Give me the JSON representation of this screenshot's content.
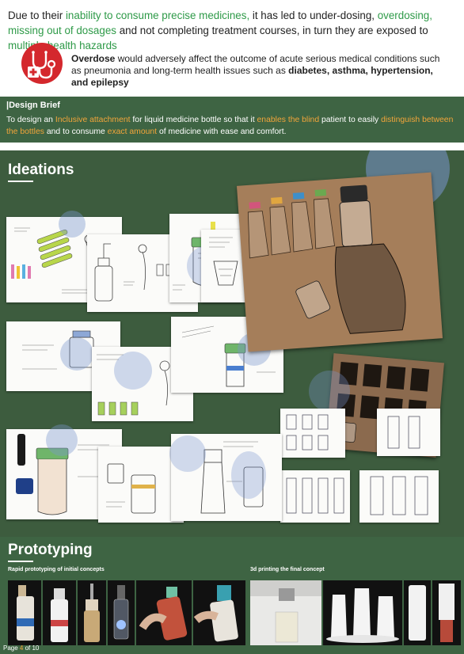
{
  "intro": {
    "p1": "Due to their ",
    "h1": "inability to consume precise medicines,",
    "p2": " it has led to under-dosing, ",
    "h2": "overdosing, missing out of dosages",
    "p3": " and not completing treatment courses, in turn they are exposed to ",
    "h3": "multiple health hazards",
    "overdose_bold": "Overdose",
    "overdose_text": " would adversely affect the outcome of acute serious medical conditions such as pneumonia and long-term health issues such as ",
    "overdose_tail": "diabetes, asthma, hypertension, and epilepsy",
    "icon": "stethoscope-medical-icon",
    "icon_color": "#d4282d"
  },
  "brief": {
    "bar": "|",
    "title": "Design Brief",
    "t1": "To design an ",
    "o1": "Inclusive attachment",
    "t2": " for liquid medicine bottle so that it ",
    "o2": "enables the blind",
    "t3": " patient to easily ",
    "o3": "distinguish between the bottles",
    "t4": " and to consume ",
    "o4": "exact amount",
    "t5": " of medicine with ease and comfort."
  },
  "ideations": {
    "title": "Ideations"
  },
  "prototyping": {
    "title": "Prototyping",
    "left_caption": "Rapid prototyping of initial concepts",
    "right_caption": "3d printing the final concept"
  },
  "page": {
    "prefix": "Page ",
    "current": "4",
    "sep": " of ",
    "total": "10"
  },
  "colors": {
    "green_highlight": "#2e9a48",
    "orange_highlight": "#f2a53a",
    "band_green": "#3e6443"
  }
}
